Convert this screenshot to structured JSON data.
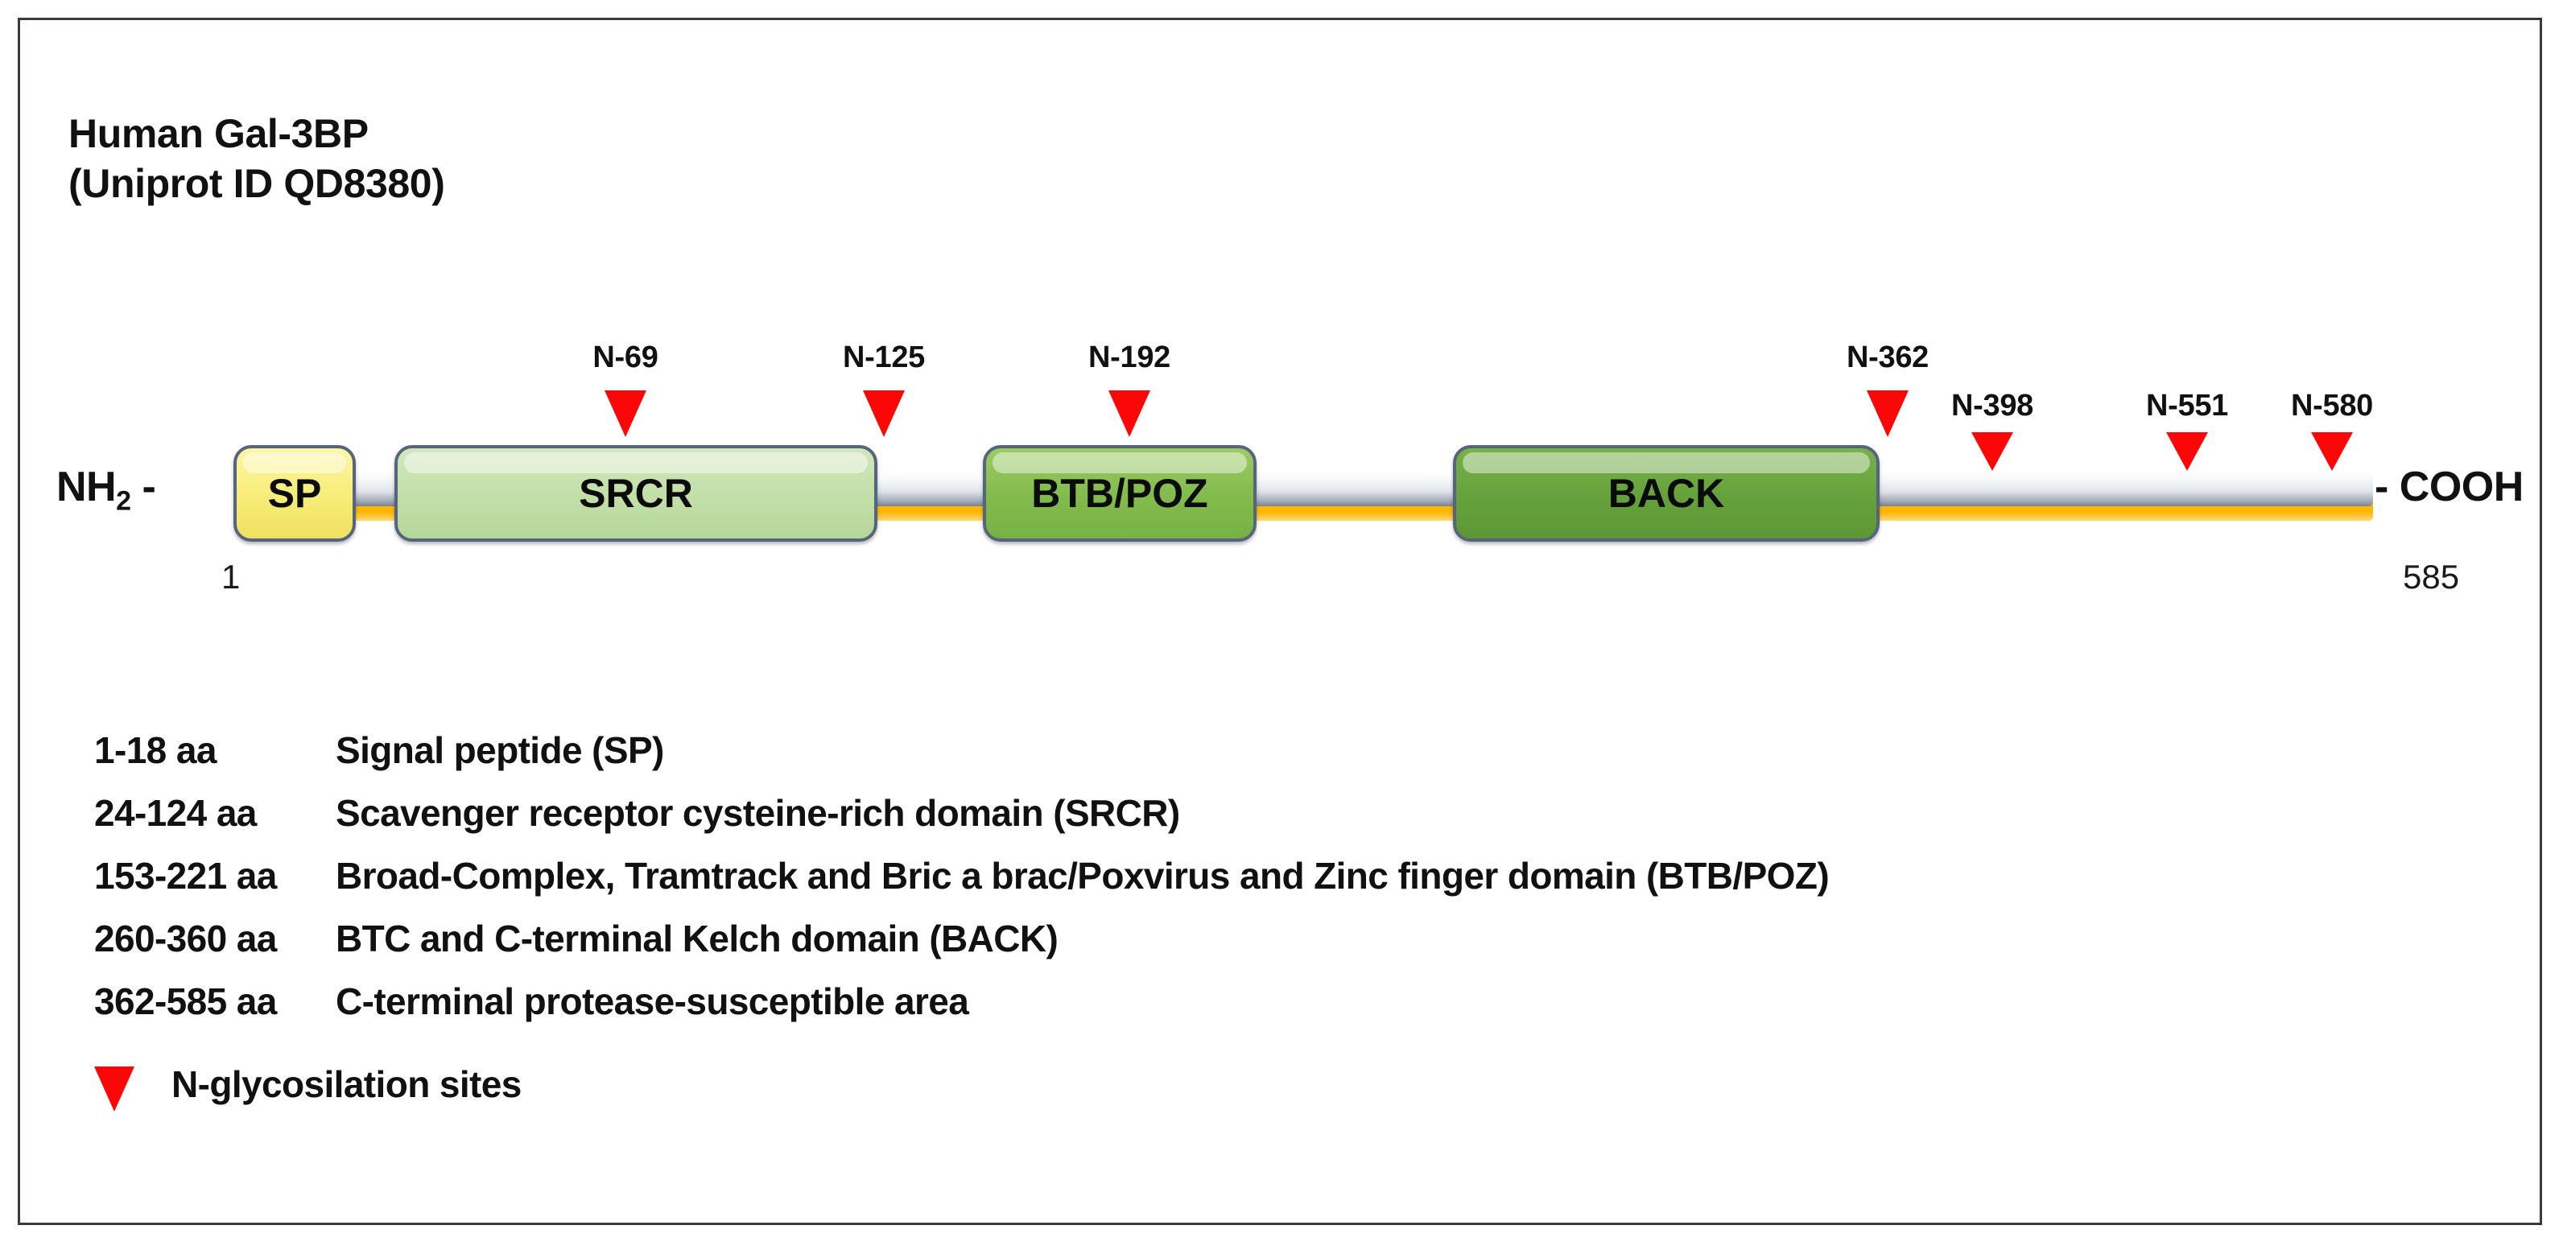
{
  "title": {
    "line1": "Human Gal-3BP",
    "line2": "(Uniprot ID QD8380)"
  },
  "schematic": {
    "n_terminus_label": "NH",
    "n_terminus_sub": "2",
    "n_terminus_dash": " -",
    "c_terminus_label": "- COOH",
    "residue_start": "1",
    "residue_end": "585",
    "domains": [
      {
        "name": "SP",
        "label": "SP",
        "color": "#f7ed7a"
      },
      {
        "name": "SRCR",
        "label": "SRCR",
        "color": "#c2dfa8"
      },
      {
        "name": "BTB/POZ",
        "label": "BTB/POZ",
        "color": "#83bb4d"
      },
      {
        "name": "BACK",
        "label": "BACK",
        "color": "#66a23b"
      }
    ],
    "glycosylation_sites": [
      {
        "label": "N-69"
      },
      {
        "label": "N-125"
      },
      {
        "label": "N-192"
      },
      {
        "label": "N-362"
      },
      {
        "label": "N-398"
      },
      {
        "label": "N-551"
      },
      {
        "label": "N-580"
      }
    ],
    "backbone_color": "#dfe4ea",
    "backbone_accent_color": "#ffb300",
    "marker_color": "#fb0707"
  },
  "legend": {
    "rows": [
      {
        "range": "1-18 aa",
        "desc": "Signal peptide (SP)"
      },
      {
        "range": "24-124 aa",
        "desc": "Scavenger receptor cysteine-rich domain (SRCR)"
      },
      {
        "range": "153-221 aa",
        "desc": "Broad-Complex, Tramtrack and Bric a brac/Poxvirus and Zinc finger domain (BTB/POZ)"
      },
      {
        "range": "260-360 aa",
        "desc": "BTC and C-terminal Kelch domain (BACK)"
      },
      {
        "range": "362-585 aa",
        "desc": "C-terminal protease-susceptible area"
      }
    ],
    "marker_key": "N-glycosilation sites"
  },
  "chart_data": {
    "type": "diagram",
    "title": "Human Gal-3BP (Uniprot ID QD8380)",
    "protein_length_aa": 585,
    "axis_range": [
      1,
      585
    ],
    "domains": [
      {
        "name": "SP",
        "start": 1,
        "end": 18,
        "color": "#f7ed7a"
      },
      {
        "name": "SRCR",
        "start": 24,
        "end": 124,
        "color": "#c2dfa8"
      },
      {
        "name": "BTB/POZ",
        "start": 153,
        "end": 221,
        "color": "#83bb4d"
      },
      {
        "name": "BACK",
        "start": 260,
        "end": 360,
        "color": "#66a23b"
      },
      {
        "name": "C-terminal protease-susceptible area",
        "start": 362,
        "end": 585,
        "color": "#ffb300"
      }
    ],
    "glycosylation_positions": [
      69,
      125,
      192,
      362,
      398,
      551,
      580
    ]
  }
}
